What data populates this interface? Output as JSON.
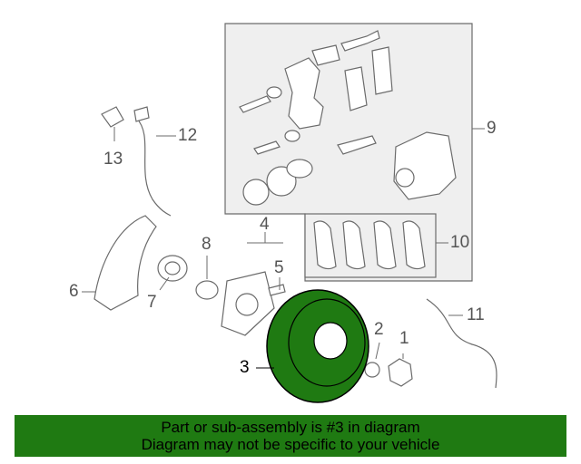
{
  "diagram": {
    "callouts": {
      "c1": "1",
      "c2": "2",
      "c3": "3",
      "c4": "4",
      "c5": "5",
      "c6": "6",
      "c7": "7",
      "c8": "8",
      "c9": "9",
      "c10": "10",
      "c11": "11",
      "c12": "12",
      "c13": "13"
    },
    "highlight_color": "#1f7a12"
  },
  "banner": {
    "line1": "Part or sub-assembly is #3 in diagram",
    "line2": "Diagram may not be specific to your vehicle",
    "background": "#1f7a12"
  }
}
